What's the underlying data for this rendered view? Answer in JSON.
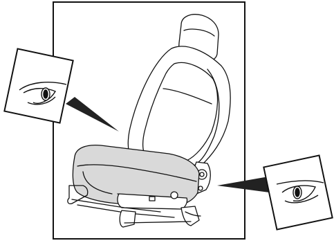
{
  "figure": {
    "subject": "seat-assembly",
    "callouts": [
      "view-left",
      "view-right"
    ]
  },
  "colors": {
    "line": "#111111",
    "seat_fill": "#ffffff",
    "cushion_shade": "#d9d9d9",
    "pointer": "#222222"
  }
}
